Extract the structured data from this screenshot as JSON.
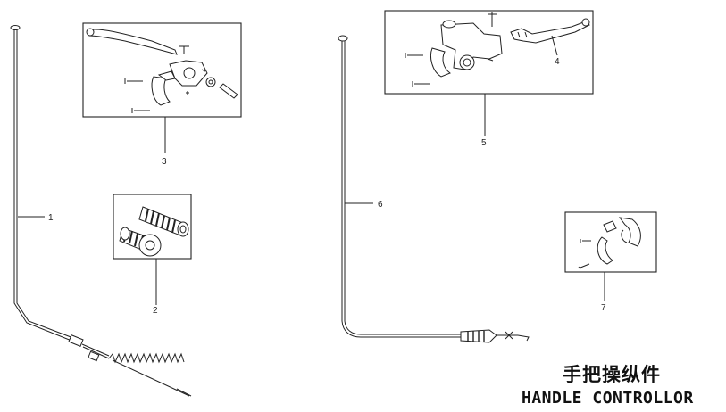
{
  "title": {
    "chinese": "手把操纵件",
    "english": "HANDLE CONTROLLOR"
  },
  "callouts": [
    {
      "id": "1",
      "label": "1"
    },
    {
      "id": "2",
      "label": "2"
    },
    {
      "id": "3",
      "label": "3"
    },
    {
      "id": "4",
      "label": "4"
    },
    {
      "id": "5",
      "label": "5"
    },
    {
      "id": "6",
      "label": "6"
    },
    {
      "id": "7",
      "label": "7"
    }
  ]
}
